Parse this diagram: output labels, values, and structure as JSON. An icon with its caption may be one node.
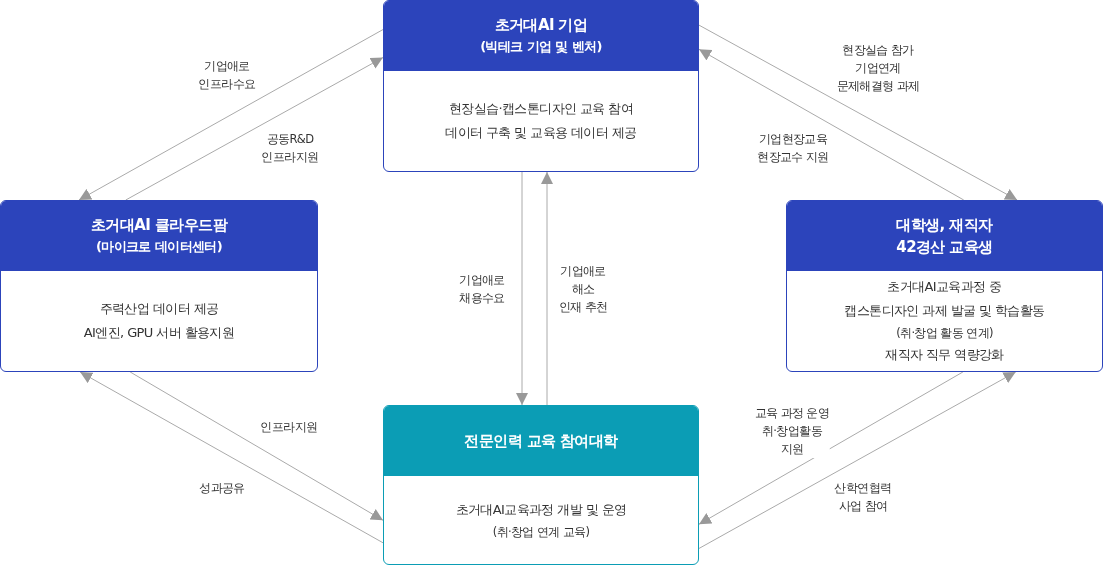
{
  "diagram": {
    "nodes": [
      {
        "text": [
          "초거대AI 기업",
          "(빅테크 기업 및 벤처)",
          "현장실습·캡스톤디자인 교육 참여",
          "데이터 구축 및 교육용 데이터 제공"
        ]
      },
      {
        "text": [
          "초거대AI 클라우드팜",
          "(마이크로 데이터센터)",
          "주력산업 데이터 제공",
          "AI엔진, GPU 서버 활용지원"
        ]
      },
      {
        "text": [
          "대학생, 재직자 42경산 교육생",
          "초거대AI교육과정 중 캡스톤디자인 과제 발굴 및 학습활동",
          "(취·창업 활동 연계)",
          "재직자 직무 역량강화"
        ]
      },
      {
        "text": [
          "전문인력 교육 참여대학",
          "초거대AI교육과정 개발 및 운영",
          "(취·창업 연계 교육)"
        ]
      }
    ],
    "edges": [
      {
        "from": 0,
        "to": 1,
        "arrow": "to",
        "label": "기업애로 인프라수요"
      },
      {
        "from": 1,
        "to": 0,
        "arrow": "to",
        "label": "공동R&D 인프라지원"
      },
      {
        "from": 0,
        "to": 2,
        "arrow": "to",
        "label": "현장실습 참가 기업연계 문제해결형 과제"
      },
      {
        "from": 2,
        "to": 0,
        "arrow": "to",
        "label": "기업현장교육 현장교수 지원"
      },
      {
        "from": 0,
        "to": 3,
        "arrow": "to",
        "label": "기업애로 채용수요"
      },
      {
        "from": 3,
        "to": 0,
        "arrow": "to",
        "label": "기업애로 해소 인재 추천"
      },
      {
        "from": 1,
        "to": 3,
        "arrow": "to",
        "label": "인프라지원"
      },
      {
        "from": 3,
        "to": 1,
        "arrow": "to",
        "label": "성과공유"
      },
      {
        "from": 2,
        "to": 3,
        "arrow": "to",
        "label": "교육 과정 운영 취·창업활동 지원"
      },
      {
        "from": 3,
        "to": 2,
        "arrow": "to",
        "label": "산학연협력 사업 참여"
      }
    ]
  }
}
